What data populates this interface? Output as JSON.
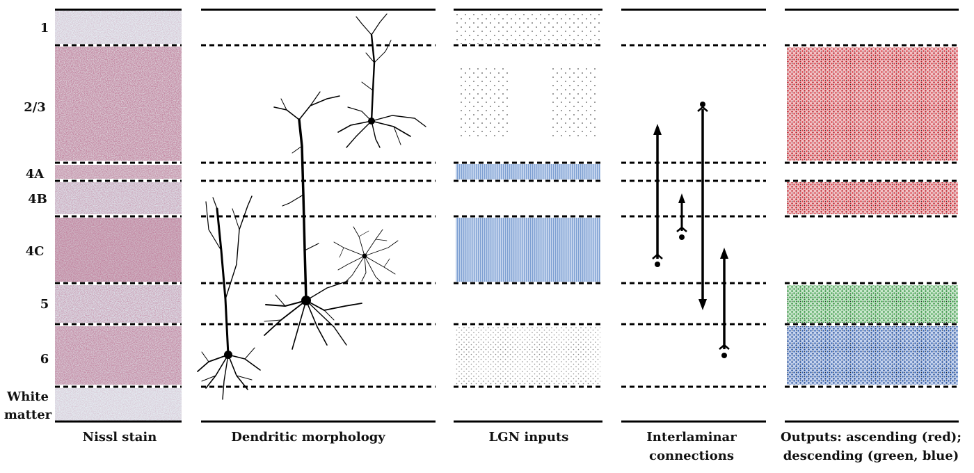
{
  "layers": [
    "1",
    "2/3",
    "4A",
    "4B",
    "4C",
    "5",
    "6"
  ],
  "white_matter": [
    "White",
    "matter"
  ],
  "captions": {
    "nissl": "Nissl stain",
    "dendritic": "Dendritic morphology",
    "lgn": "LGN inputs",
    "interlaminar": [
      "Interlaminar",
      "connections"
    ],
    "outputs": [
      "Outputs:  ascending (red);",
      "descending (green, blue)"
    ]
  },
  "colors": {
    "nissl_background": "#dfe6ee",
    "nissl_stain": "#8a3a5a",
    "lgn_blue": "#7d9fd2",
    "lgn_dots": "#555555",
    "output_red": "#d9343d",
    "output_green": "#3da24a",
    "output_blue": "#2f5fb0"
  },
  "icons": {
    "arrow_up": "arrow-up-icon",
    "arrow_down": "arrow-down-icon",
    "neuron": "pyramidal-neuron-icon"
  }
}
